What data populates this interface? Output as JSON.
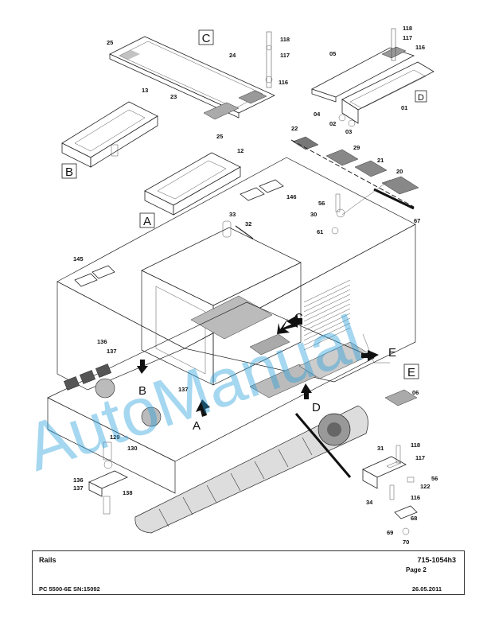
{
  "diagram": {
    "view_letters": [
      "A",
      "B",
      "C",
      "D",
      "E"
    ],
    "part_numbers": [
      "01",
      "02",
      "03",
      "04",
      "05",
      "06",
      "12",
      "13",
      "20",
      "21",
      "22",
      "23",
      "24",
      "25",
      "29",
      "30",
      "31",
      "32",
      "33",
      "34",
      "56",
      "61",
      "67",
      "68",
      "69",
      "70",
      "116",
      "117",
      "118",
      "122",
      "129",
      "130",
      "136",
      "137",
      "138",
      "145",
      "146"
    ]
  },
  "watermark": {
    "text": "AutoManual"
  },
  "title_block": {
    "title": "Rails",
    "doc_number": "715-1054h3",
    "page": "Page 2",
    "model": "PC 5500-6E SN:15092",
    "date": "26.05.2011"
  }
}
